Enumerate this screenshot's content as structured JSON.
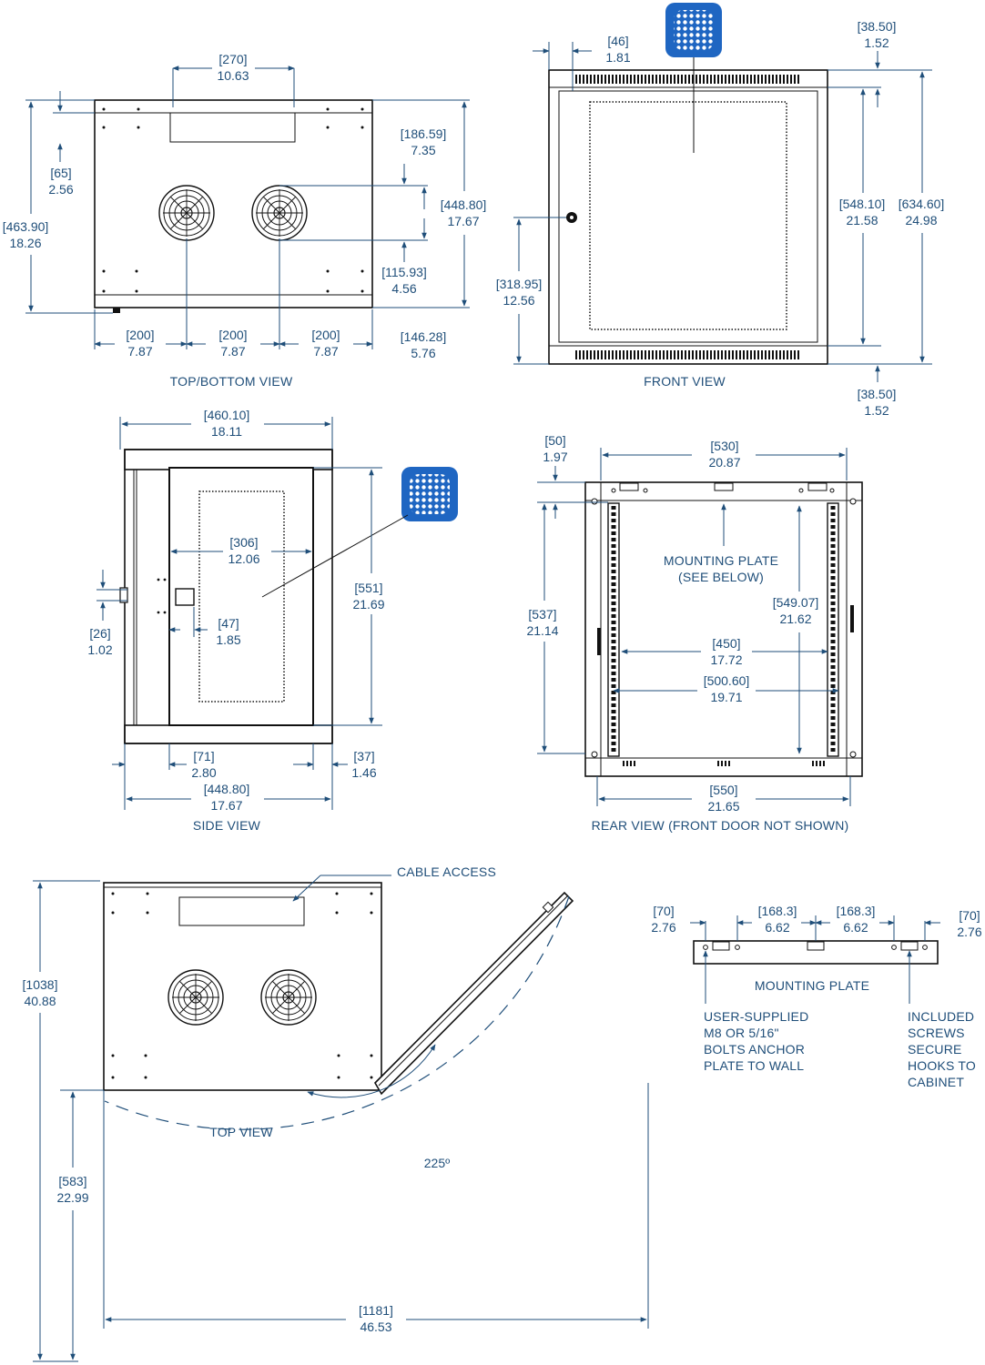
{
  "colors": {
    "dimension": "#1f4e79",
    "outline": "#111111",
    "badge": "#1f66c2"
  },
  "icons": [
    "fan-icon",
    "perforation-detail-icon",
    "door-lock-icon"
  ],
  "views": {
    "top_bottom": {
      "label": "TOP/BOTTOM VIEW",
      "dims": {
        "cutout_w": [
          "[270]",
          "10.63"
        ],
        "offset_65": [
          "[65]",
          "2.56"
        ],
        "height_463": [
          "[463.90]",
          "18.26"
        ],
        "fan_top": [
          "[186.59]",
          "7.35"
        ],
        "depth_448": [
          "[448.80]",
          "17.67"
        ],
        "fan_gap": [
          "[115.93]",
          "4.56"
        ],
        "bottom_146": [
          "[146.28]",
          "5.76"
        ],
        "span_a": [
          "[200]",
          "7.87"
        ],
        "span_b": [
          "[200]",
          "7.87"
        ],
        "span_c": [
          "[200]",
          "7.87"
        ]
      }
    },
    "front": {
      "label": "FRONT VIEW",
      "dims": {
        "side_46": [
          "[46]",
          "1.81"
        ],
        "top_38": [
          "[38.50]",
          "1.52"
        ],
        "door_h": [
          "[548.10]",
          "21.58"
        ],
        "total_h": [
          "[634.60]",
          "24.98"
        ],
        "lock_h": [
          "[318.95]",
          "12.56"
        ],
        "bottom_38": [
          "[38.50]",
          "1.52"
        ]
      }
    },
    "side": {
      "label": "SIDE VIEW",
      "dims": {
        "width_460": [
          "[460.10]",
          "18.11"
        ],
        "window_w": [
          "[306]",
          "12.06"
        ],
        "height_551": [
          "[551]",
          "21.69"
        ],
        "handle_26": [
          "[26]",
          "1.02"
        ],
        "handle_47": [
          "[47]",
          "1.85"
        ],
        "front_71": [
          "[71]",
          "2.80"
        ],
        "rear_37": [
          "[37]",
          "1.46"
        ],
        "depth_448": [
          "[448.80]",
          "17.67"
        ]
      }
    },
    "rear": {
      "label": "REAR VIEW (FRONT DOOR NOT SHOWN)",
      "plate_label_1": "MOUNTING PLATE",
      "plate_label_2": "(SEE BELOW)",
      "dims": {
        "edge_50": [
          "[50]",
          "1.97"
        ],
        "width_530": [
          "[530]",
          "20.87"
        ],
        "height_537": [
          "[537]",
          "21.14"
        ],
        "rail_549": [
          "[549.07]",
          "21.62"
        ],
        "rail_450": [
          "[450]",
          "17.72"
        ],
        "rail_500": [
          "[500.60]",
          "19.71"
        ],
        "width_550": [
          "[550]",
          "21.65"
        ]
      }
    },
    "top": {
      "label": "TOP VIEW",
      "cable_access": "CABLE ACCESS",
      "angle": "225º",
      "dims": {
        "depth_1038": [
          "[1038]",
          "40.88"
        ],
        "depth_583": [
          "[583]",
          "22.99"
        ],
        "width_1181": [
          "[1181]",
          "46.53"
        ]
      }
    },
    "plate": {
      "label": "MOUNTING PLATE",
      "note_left": [
        "USER-SUPPLIED",
        "M8 OR 5/16\"",
        "BOLTS ANCHOR",
        "PLATE TO WALL"
      ],
      "note_right": [
        "INCLUDED",
        "SCREWS",
        "SECURE",
        "HOOKS TO",
        "CABINET"
      ],
      "dims": {
        "left_70": [
          "[70]",
          "2.76"
        ],
        "mid_a": [
          "[168.3]",
          "6.62"
        ],
        "mid_b": [
          "[168.3]",
          "6.62"
        ],
        "right_70": [
          "[70]",
          "2.76"
        ]
      }
    }
  }
}
